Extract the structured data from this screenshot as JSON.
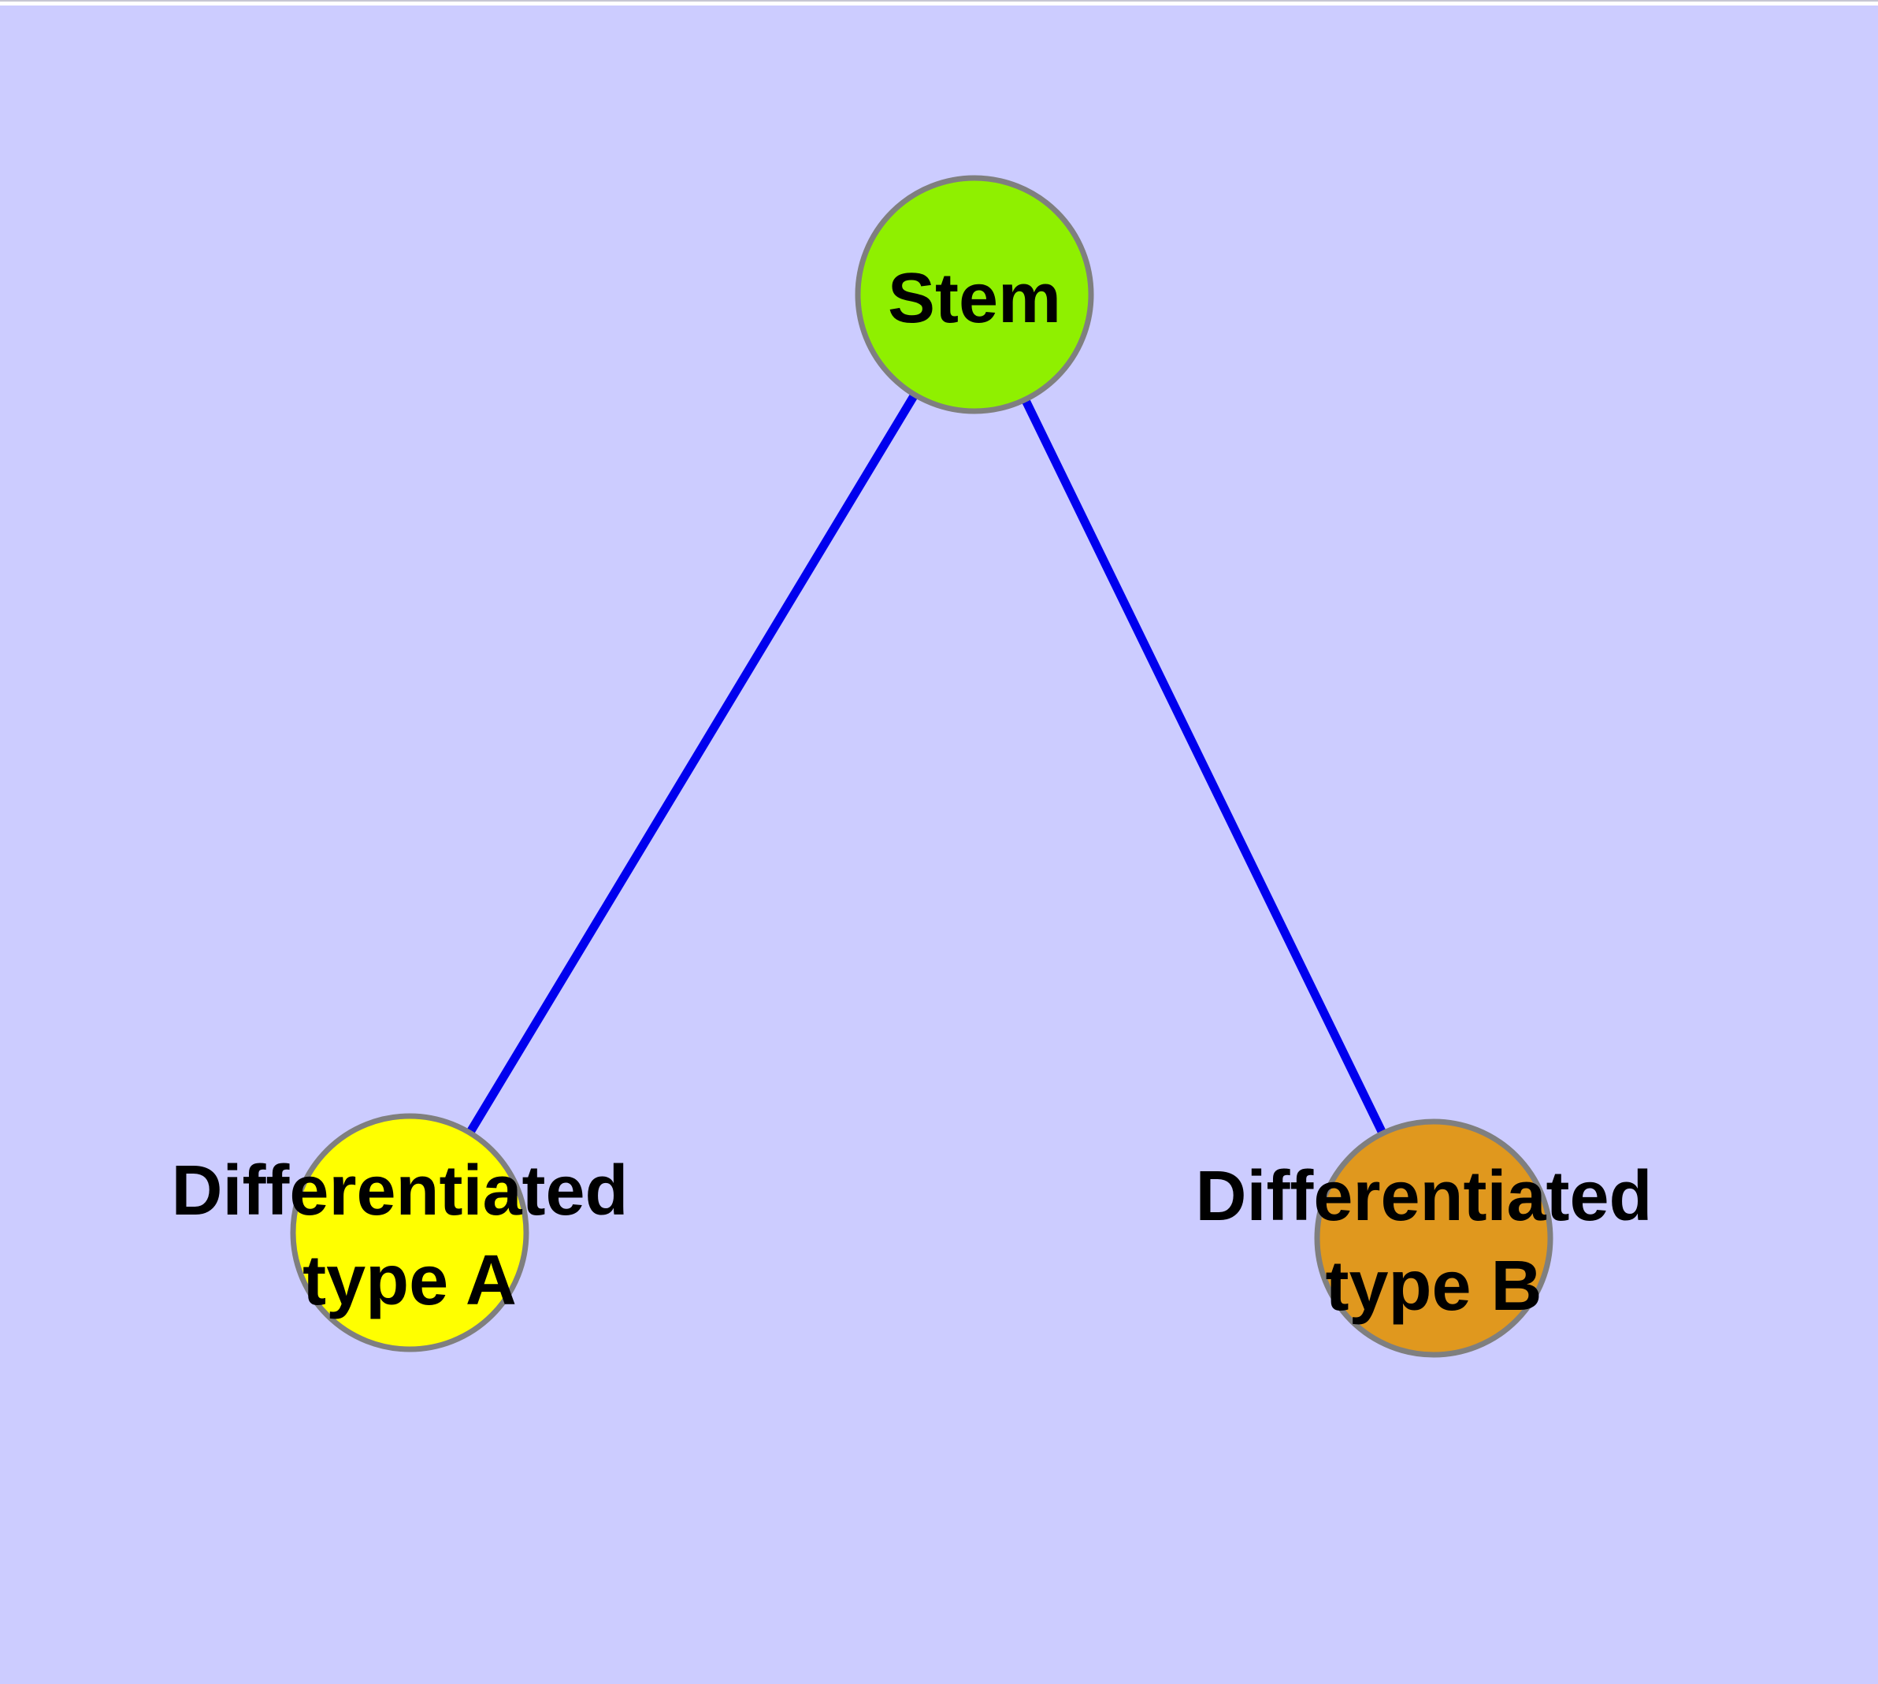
{
  "canvas": {
    "background": "#ccccff",
    "top_edge_color": "#ffffff"
  },
  "diagram": {
    "type": "node-link-graph",
    "nodes": [
      {
        "id": "stem",
        "label": "Stem",
        "fill": "#8ff000",
        "border": "#7f7f7f",
        "text_color": "#000000",
        "shape": "circle"
      },
      {
        "id": "differentiated-type-a",
        "label": "Differentiated type A",
        "label_line1": "Differentiated",
        "label_line2": "type A",
        "fill": "#ffff00",
        "border": "#7f7f7f",
        "text_color": "#000000",
        "shape": "circle"
      },
      {
        "id": "differentiated-type-b",
        "label": "Differentiated type B",
        "label_line1": "Differentiated",
        "label_line2": "type B",
        "fill": "#e0981e",
        "border": "#7f7f7f",
        "text_color": "#000000",
        "shape": "circle"
      }
    ],
    "edges": [
      {
        "from": "stem",
        "to": "differentiated-type-a",
        "color": "#0000ee"
      },
      {
        "from": "stem",
        "to": "differentiated-type-b",
        "color": "#0000ee"
      }
    ]
  }
}
